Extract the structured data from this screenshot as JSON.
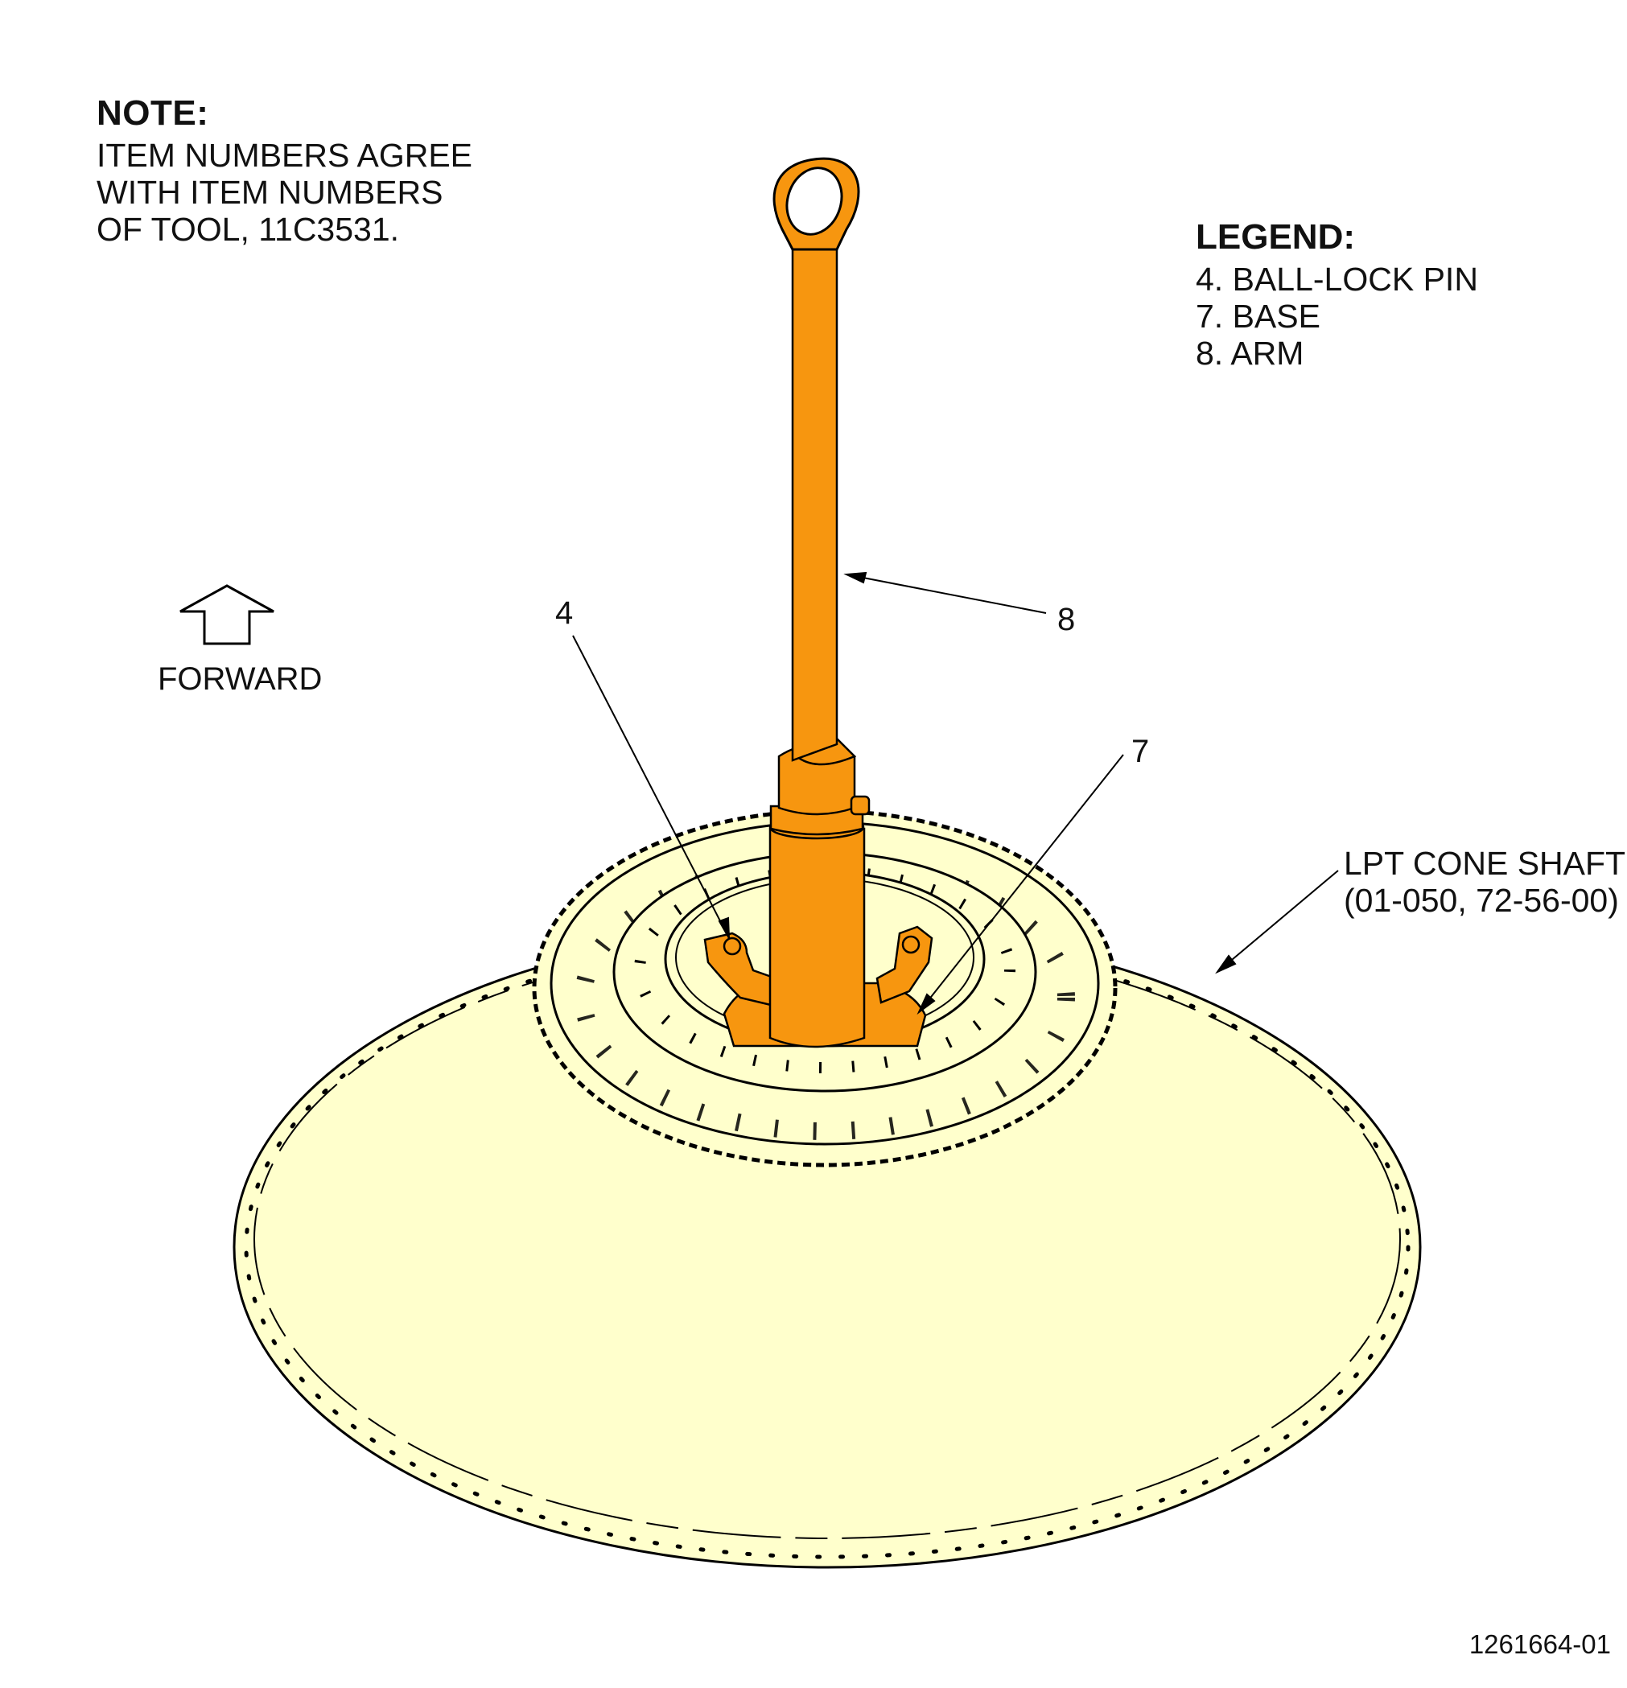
{
  "note": {
    "title": "NOTE:",
    "lines": [
      "ITEM NUMBERS AGREE",
      "WITH ITEM NUMBERS",
      "OF TOOL, 11C3531."
    ]
  },
  "legend": {
    "title": "LEGEND:",
    "items": [
      "4.  BALL-LOCK PIN",
      "7.  BASE",
      "8.  ARM"
    ]
  },
  "forward_label": "FORWARD",
  "callouts": {
    "item4": "4",
    "item7": "7",
    "item8": "8"
  },
  "cone_shaft_label": [
    "LPT CONE SHAFT",
    "(01-050, 72-56-00)"
  ],
  "drawing_id": "1261664-01",
  "colors": {
    "tool_orange": "#F7960F",
    "cone_fill": "#FFFFCC",
    "line": "#000000"
  }
}
